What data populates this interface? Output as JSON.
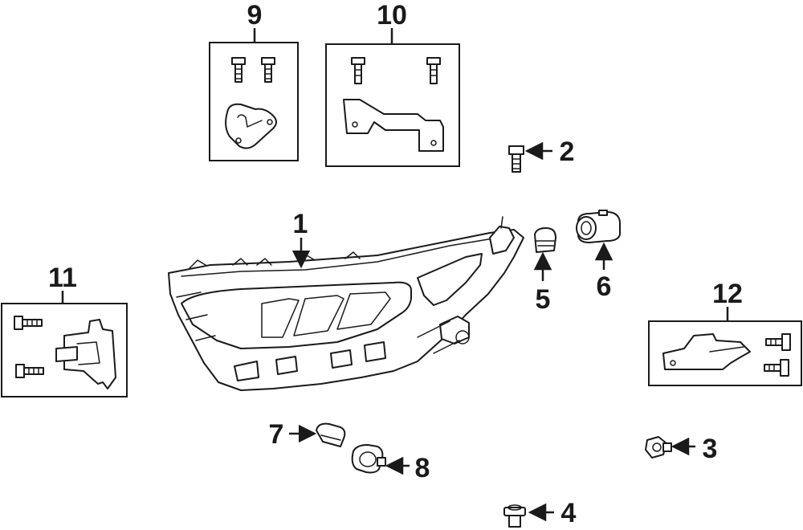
{
  "diagram": {
    "callouts": {
      "headlamp_assembly": "1",
      "screw_top": "2",
      "bolt_right": "3",
      "nut_bottom": "4",
      "bulb_small": "5",
      "bulb_socket": "6",
      "side_bulb": "7",
      "side_socket": "8",
      "kit_9": "9",
      "kit_10": "10",
      "kit_11": "11",
      "kit_12": "12"
    }
  }
}
